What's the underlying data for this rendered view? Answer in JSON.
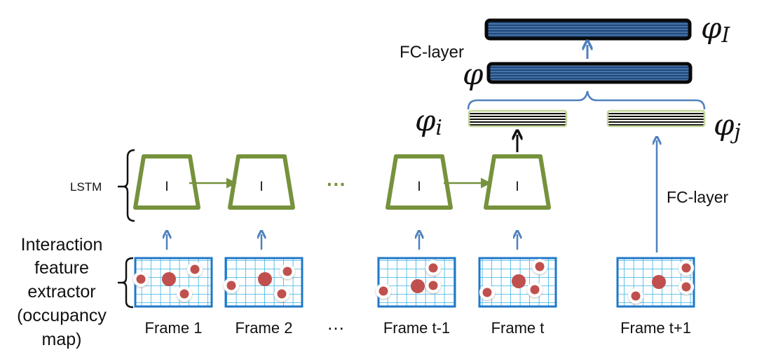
{
  "labels": {
    "lstm": "LSTM",
    "extractor": [
      "Interaction",
      "feature",
      "extractor",
      "(occupancy",
      "map)"
    ],
    "fc_top": "FC-layer",
    "fc_right": "FC-layer",
    "ellipsis_lstm": "···",
    "ellipsis_frames": "…",
    "cell_symbol": "I"
  },
  "symbols": {
    "phi": "φ",
    "phi_I": "φ",
    "phi_I_sub": "I",
    "phi_i": "φ",
    "phi_i_sub": "i",
    "phi_j": "φ",
    "phi_j_sub": "j"
  },
  "frames": [
    {
      "label": "Frame 1"
    },
    {
      "label": "Frame 2"
    },
    {
      "label": "Frame t-1"
    },
    {
      "label": "Frame t"
    },
    {
      "label": "Frame t+1"
    }
  ],
  "colors": {
    "lstm_green": "#76923c",
    "arrow_blue": "#4f81bd",
    "grid_blue": "#1f78c8",
    "grid_line": "#3cb4e6",
    "dot_red": "#c0504d",
    "fc_bar": "#1f497d",
    "feat_bar_border": "#c3d69b"
  }
}
